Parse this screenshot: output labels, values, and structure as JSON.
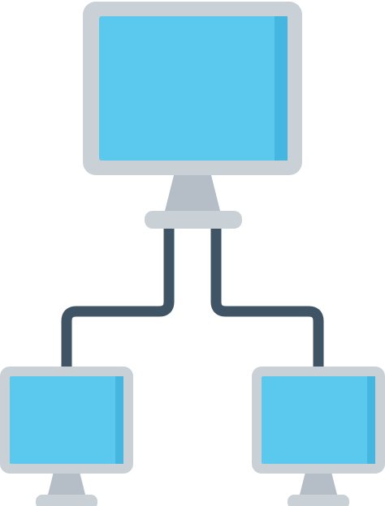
{
  "illustration": {
    "icon": "computer-network-icon",
    "colors": {
      "background": "#ffffff",
      "monitor_frame": "#c9d0d6",
      "monitor_frame_shadow": "#b5bec6",
      "screen": "#5bc8ee",
      "screen_shadow": "#45b6e0",
      "stand": "#b5bec6",
      "stand_base": "#c9d0d6",
      "cable": "#3f5566"
    },
    "monitors": [
      {
        "role": "main-monitor"
      },
      {
        "role": "left-monitor"
      },
      {
        "role": "right-monitor"
      }
    ]
  }
}
